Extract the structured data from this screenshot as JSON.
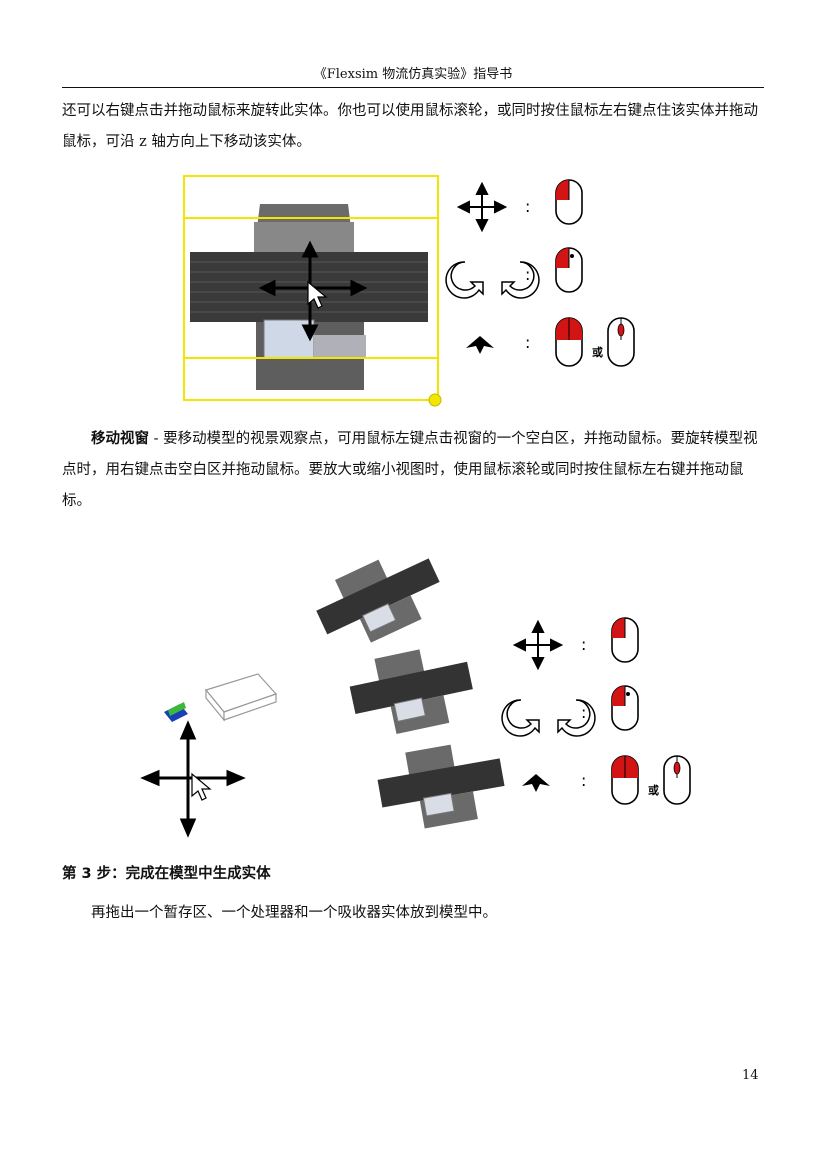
{
  "header": {
    "title": "《Flexsim 物流仿真实验》指导书"
  },
  "paragraphs": {
    "p1": "还可以右键点击并拖动鼠标来旋转此实体。你也可以使用鼠标滚轮，或同时按住鼠标左右键点住该实体并拖动鼠标，可沿 z 轴方向上下移动该实体。",
    "p2_lead": "移动视窗",
    "p2_body": " - 要移动模型的视景观察点，可用鼠标左键点击视窗的一个空白区，并拖动鼠标。要旋转模型视点时，用右键点击空白区并拖动鼠标。要放大或缩小视图时，使用鼠标滚轮或同时按住鼠标左右键并拖动鼠标。",
    "step3": "第 3 步：完成在模型中生成实体",
    "p3": "再拖出一个暂存区、一个处理器和一个吸收器实体放到模型中。"
  },
  "legend": {
    "colon": ":",
    "or": "或"
  },
  "icons": [
    "move-arrows-icon",
    "rotate-arrows-icon",
    "z-move-arrow-icon",
    "mouse-left-button-icon",
    "mouse-right-button-icon",
    "mouse-both-buttons-icon",
    "mouse-wheel-icon"
  ],
  "colors": {
    "selection": "#f2e600",
    "mouse_button": "#d21414",
    "conveyor": "#3a3a3a"
  },
  "page_number": "14"
}
